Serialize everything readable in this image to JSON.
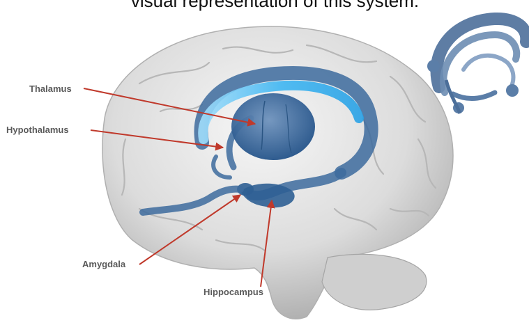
{
  "caption": "visual representation of this system.",
  "labels": {
    "thalamus": "Thalamus",
    "hypothalamus": "Hypothalamus",
    "amygdala": "Amygdala",
    "hippocampus": "Hippocampus"
  },
  "colors": {
    "limbic_blue": "#3d6b9e",
    "highlight_cyan": "#4fc3f7",
    "arrow_red": "#c0392b",
    "brain_gray": "#d9d9d9"
  }
}
